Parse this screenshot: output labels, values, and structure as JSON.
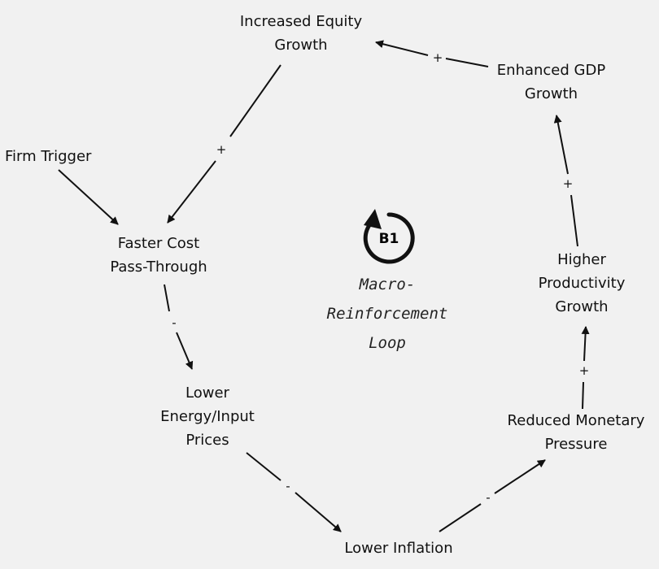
{
  "diagram": {
    "loop_id": "B1",
    "loop_title": "Macro-\nReinforcement\nLoop",
    "nodes": {
      "equity": "Increased Equity\nGrowth",
      "gdp": "Enhanced GDP\nGrowth",
      "trigger": "Firm Trigger",
      "passthrough": "Faster Cost\nPass-Through",
      "productivity": "Higher\nProductivity\nGrowth",
      "energy": "Lower\nEnergy/Input\nPrices",
      "monetary": "Reduced Monetary\nPressure",
      "inflation": "Lower Inflation"
    },
    "links": [
      {
        "from": "gdp",
        "to": "equity",
        "sign": "+"
      },
      {
        "from": "equity",
        "to": "passthrough",
        "sign": "+"
      },
      {
        "from": "trigger",
        "to": "passthrough",
        "sign": ""
      },
      {
        "from": "passthrough",
        "to": "energy",
        "sign": "-"
      },
      {
        "from": "energy",
        "to": "inflation",
        "sign": "-"
      },
      {
        "from": "inflation",
        "to": "monetary",
        "sign": "-"
      },
      {
        "from": "monetary",
        "to": "productivity",
        "sign": "+"
      },
      {
        "from": "productivity",
        "to": "gdp",
        "sign": "+"
      }
    ]
  },
  "colors": {
    "background": "#f1f1f1",
    "stroke": "#111111"
  }
}
